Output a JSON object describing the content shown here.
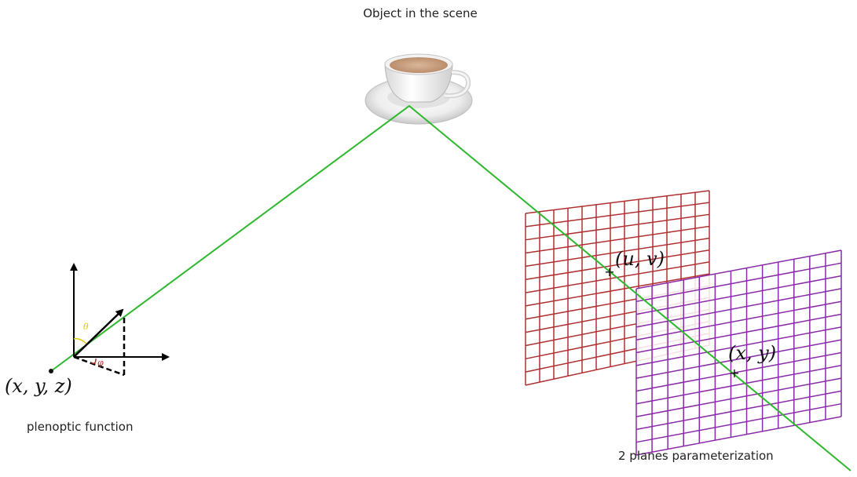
{
  "labels": {
    "object_caption": "Object in the scene",
    "origin_label": "(x, y, z)",
    "plenoptic_caption": "plenoptic function",
    "uv_label": "(u, v)",
    "xy_label": "(x, y)",
    "planes_caption": "2 planes parameterization",
    "theta_label": "θ",
    "phi_label": "φ"
  },
  "colors": {
    "ray": "#2db82d",
    "plane_uv": "#b03030",
    "plane_xy": "#8a2aa8",
    "theta": "#e6c800",
    "phi": "#b03030",
    "axes": "#000000"
  },
  "planes": {
    "uv": {
      "grid_columns": 13,
      "grid_rows": 13
    },
    "xy": {
      "grid_columns": 13,
      "grid_rows": 13
    }
  }
}
